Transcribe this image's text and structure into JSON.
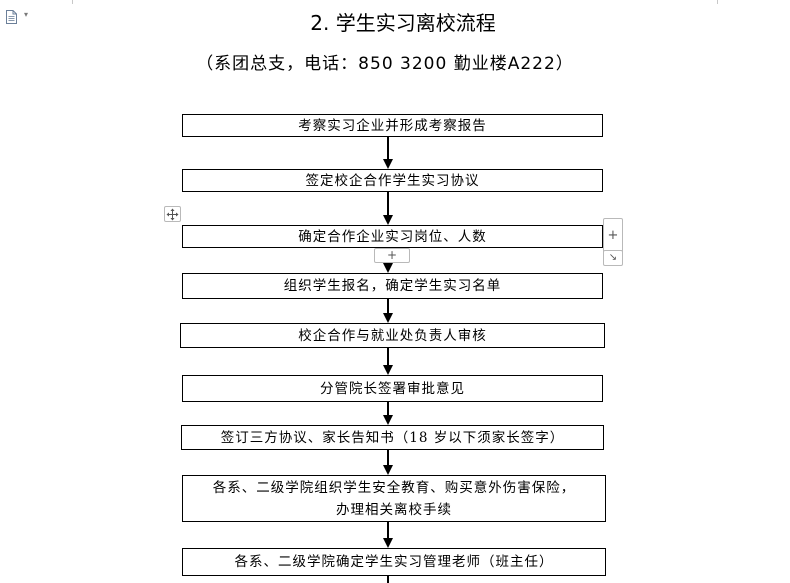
{
  "document": {
    "title": "2. 学生实习离校流程",
    "contact": "（系团总支，电话：850 3200 勤业楼A222）"
  },
  "editor_controls": {
    "document_icon": "document-icon",
    "dropdown_caret": "▾",
    "move_icon": "move-icon",
    "add_row_label": "+",
    "add_column_label": "+",
    "resize_glyph": "↘"
  },
  "flow": {
    "steps": [
      {
        "lines": [
          "考察实习企业并形成考察报告"
        ]
      },
      {
        "lines": [
          "签定校企合作学生实习协议"
        ]
      },
      {
        "lines": [
          "确定合作企业实习岗位、人数"
        ]
      },
      {
        "lines": [
          "组织学生报名，确定学生实习名单"
        ]
      },
      {
        "lines": [
          "校企合作与就业处负责人审核"
        ]
      },
      {
        "lines": [
          "分管院长签署审批意见"
        ]
      },
      {
        "lines": [
          "签订三方协议、家长告知书（18 岁以下须家长签字）"
        ]
      },
      {
        "lines": [
          "各系、二级学院组织学生安全教育、购买意外伤害保险，",
          "办理相关离校手续"
        ]
      },
      {
        "lines": [
          "各系、二级学院确定学生实习管理老师（班主任）"
        ]
      }
    ]
  }
}
